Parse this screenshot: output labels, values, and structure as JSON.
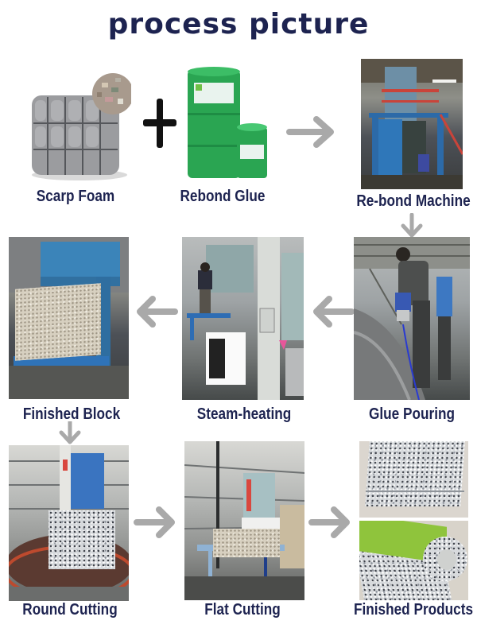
{
  "title": "process picture",
  "steps": [
    {
      "id": "scarp-foam",
      "label": "Scarp Foam"
    },
    {
      "id": "rebond-glue",
      "label": "Rebond Glue"
    },
    {
      "id": "rebond-machine",
      "label": "Re-bond Machine"
    },
    {
      "id": "glue-pouring",
      "label": "Glue Pouring"
    },
    {
      "id": "steam-heating",
      "label": "Steam-heating"
    },
    {
      "id": "finished-block",
      "label": "Finished Block"
    },
    {
      "id": "round-cutting",
      "label": "Round Cutting"
    },
    {
      "id": "flat-cutting",
      "label": "Flat Cutting"
    },
    {
      "id": "finished-products",
      "label": "Finished Products"
    }
  ],
  "symbols": {
    "plus": "+"
  },
  "colors": {
    "title": "#1d2350",
    "label": "#1d2350",
    "arrow": "#a9a9a9",
    "glue_drum": "#2aa552"
  }
}
